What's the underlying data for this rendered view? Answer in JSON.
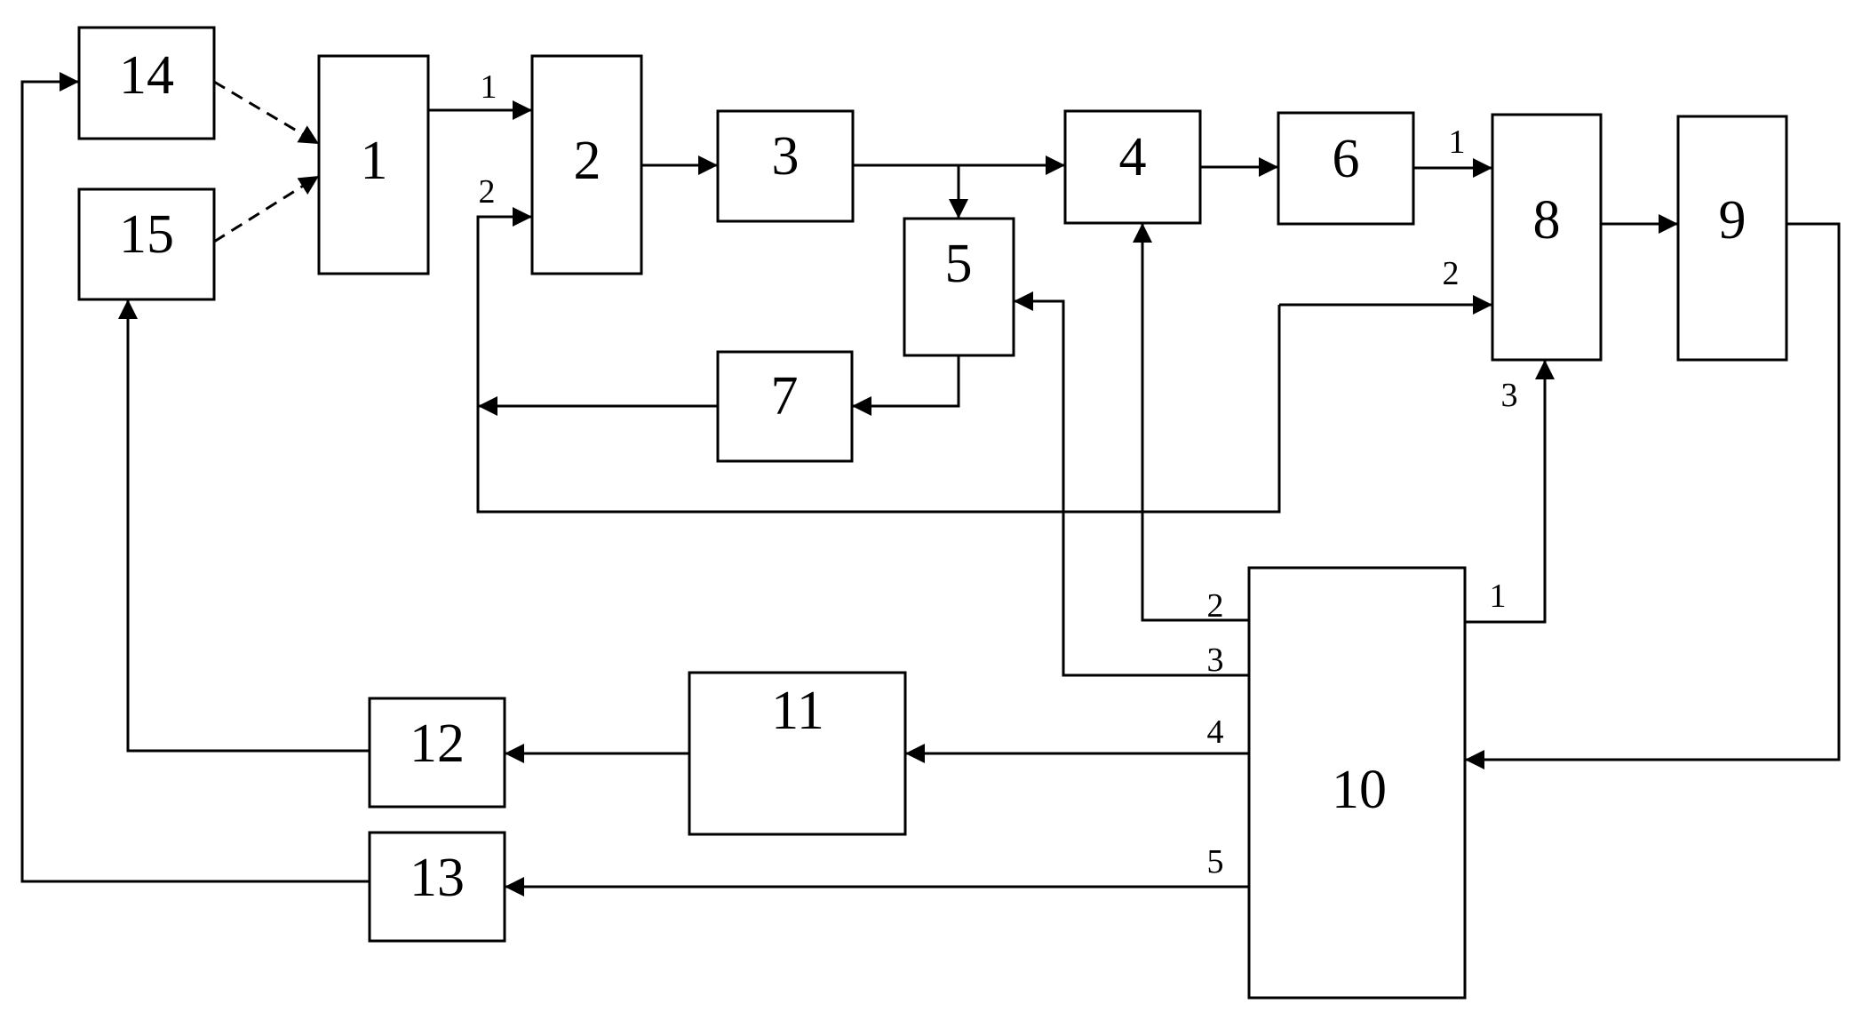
{
  "colors": {
    "line": "#000000",
    "background": "#ffffff"
  },
  "blocks": {
    "b1": "1",
    "b2": "2",
    "b3": "3",
    "b4": "4",
    "b5": "5",
    "b6": "6",
    "b7": "7",
    "b8": "8",
    "b9": "9",
    "b10": "10",
    "b11": "11",
    "b12": "12",
    "b13": "13",
    "b14": "14",
    "b15": "15"
  },
  "ports": {
    "b2_in1": "1",
    "b2_in2": "2",
    "b8_in1": "1",
    "b8_in2": "2",
    "b8_in3": "3",
    "b10_out1": "1",
    "b10_out2": "2",
    "b10_out3": "3",
    "b10_out4": "4",
    "b10_out5": "5"
  }
}
